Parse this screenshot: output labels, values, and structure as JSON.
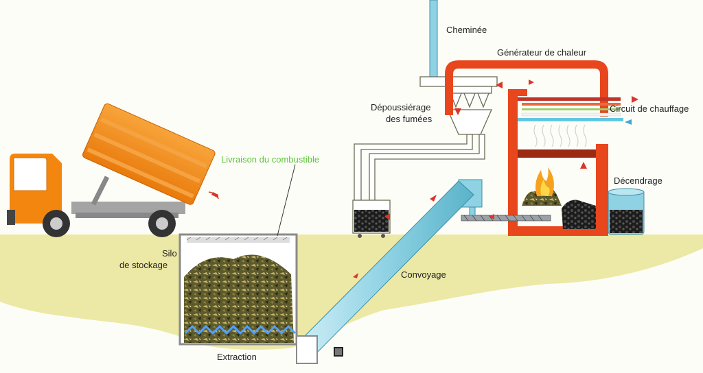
{
  "labels": {
    "chimney": "Cheminée",
    "heat_generator": "Générateur de chaleur",
    "dust_removal_line1": "Dépoussiérage",
    "dust_removal_line2": "des fumées",
    "heating_circuit": "Circuit de chauffage",
    "fuel_delivery": "Livraison du combustible",
    "ash_removal": "Décendrage",
    "silo_line1": "Silo",
    "silo_line2": "de stockage",
    "conveying": "Convoyage",
    "extraction": "Extraction"
  },
  "colors": {
    "ground": "#ece9a6",
    "truck_bed": "#f08a1a",
    "truck_cab": "#f3860f",
    "boiler": "#e8461c",
    "pipe_blue": "#8fd2e4",
    "arrow_red": "#d9362a",
    "label_green": "#5cc43a"
  }
}
